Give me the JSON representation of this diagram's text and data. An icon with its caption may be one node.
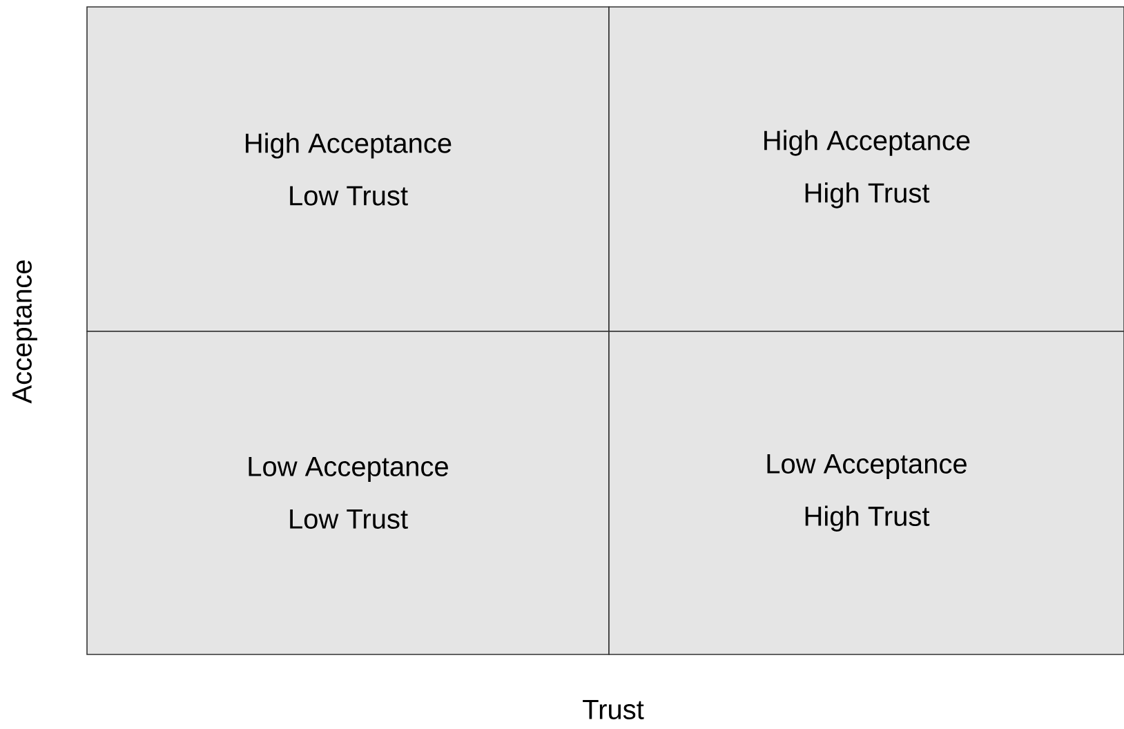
{
  "diagram": {
    "nodes": [
      {
        "text": [
          "High Acceptance",
          "Low Trust"
        ]
      },
      {
        "text": [
          "High Acceptance",
          "High Trust"
        ]
      },
      {
        "text": [
          "Low Acceptance",
          "Low Trust"
        ]
      },
      {
        "text": [
          "Low Acceptance",
          "High Trust"
        ]
      }
    ],
    "labels": [
      "Acceptance",
      "Trust"
    ]
  }
}
